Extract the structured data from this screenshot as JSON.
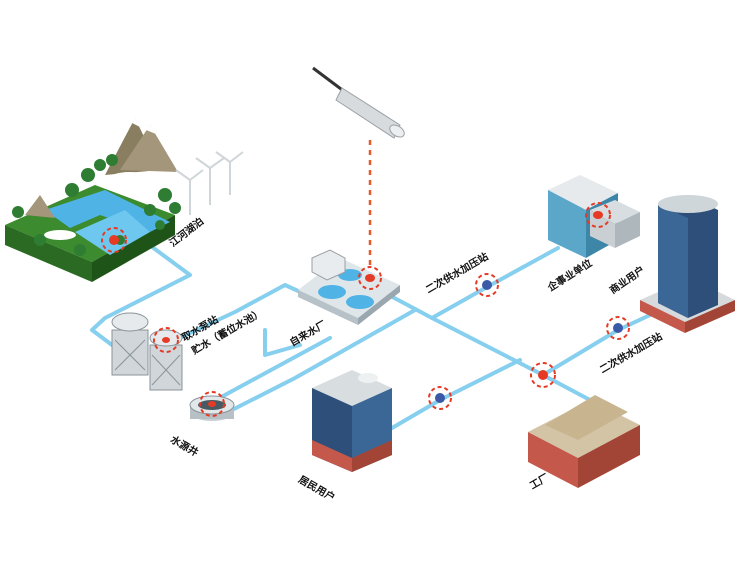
{
  "labels": {
    "river_lake": "江河湖泊",
    "pump_station": "取水泵站",
    "storage": "贮水（蓄位水池）",
    "water_plant": "自来水厂",
    "well": "水源井",
    "booster_1": "二次供水加压站",
    "booster_2": "二次供水加压站",
    "enterprise": "企事业单位",
    "commercial": "商业用户",
    "residential": "居民用户",
    "factory": "工厂"
  },
  "colors": {
    "pipe": "#86cfee",
    "marker": "#e63a24",
    "sensor_line": "#e65a2a",
    "grass": "#3c8b2e",
    "water": "#4fb3e6",
    "glass": "#5aa7c9",
    "brick": "#c4584a",
    "navy": "#2d4f7a"
  },
  "icons": [
    "level-sensor-icon",
    "wind-turbine-icon",
    "water-tower-icon",
    "pump-icon",
    "building-icon",
    "factory-icon"
  ]
}
